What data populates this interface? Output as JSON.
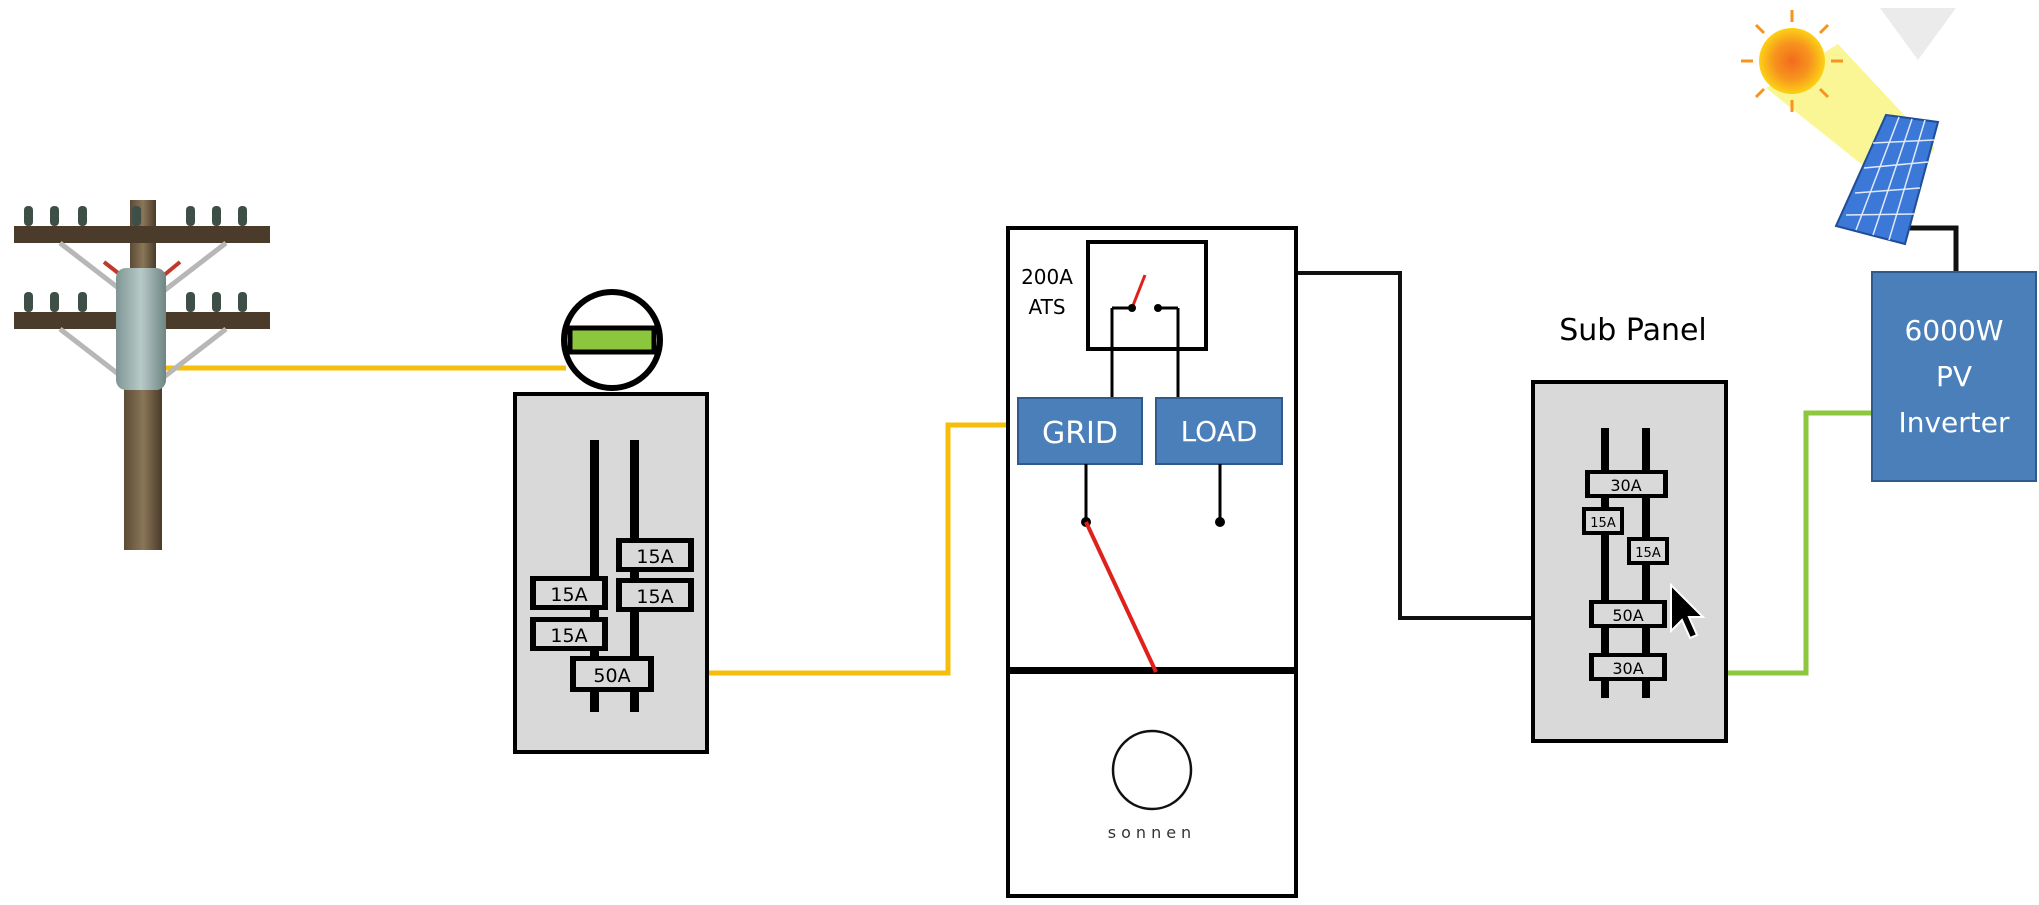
{
  "main_breaker_panel": {
    "breakers": [
      "15A",
      "15A",
      "15A",
      "15A",
      "50A"
    ]
  },
  "sonnen_unit": {
    "ats_label_line1": "200A",
    "ats_label_line2": "ATS",
    "grid_label": "GRID",
    "load_label": "LOAD",
    "brand": "sonnen"
  },
  "sub_panel": {
    "title": "Sub Panel",
    "breakers": [
      "30A",
      "15A",
      "15A",
      "50A",
      "30A"
    ]
  },
  "pv_inverter": {
    "line1": "6000W",
    "line2": "PV",
    "line3": "Inverter"
  },
  "colors": {
    "grid_wire": "#f5be0b",
    "pv_wire": "#8dc63f",
    "switch_red": "#e0201b",
    "box_blue": "#4a7fba",
    "panel_gray": "#d9d9d9",
    "meter_green": "#8cc63f"
  }
}
